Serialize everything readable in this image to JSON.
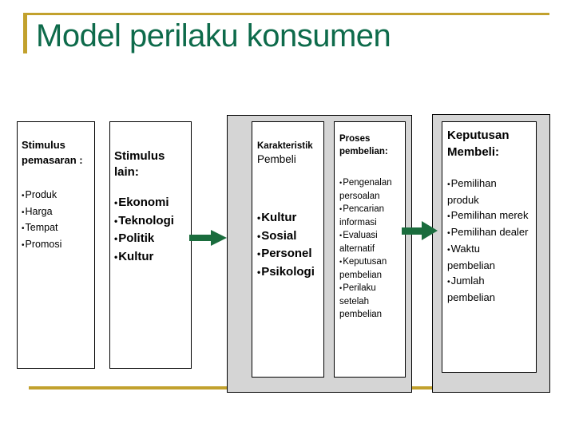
{
  "slide": {
    "title": "Model perilaku konsumen"
  },
  "colors": {
    "title_green": "#0E6B4B",
    "arrow_green": "#1A6C3D",
    "gold": "#C2A12D",
    "panel_gray": "#D5D5D5"
  },
  "boxes": {
    "stimulus_pemasaran": {
      "heading": "Stimulus pemasaran :",
      "items": [
        "Produk",
        "Harga",
        "Tempat",
        "Promosi"
      ]
    },
    "stimulus_lain": {
      "heading": "Stimulus lain:",
      "items": [
        "Ekonomi",
        "Teknologi",
        "Politik",
        "Kultur"
      ]
    },
    "karakteristik_pembeli": {
      "heading_line1": "Karakteristik",
      "heading_line2": "Pembeli",
      "items": [
        "Kultur",
        "Sosial",
        "Personel",
        "Psikologi"
      ]
    },
    "proses_pembelian": {
      "heading": "Proses pembelian:",
      "items": [
        "Pengenalan persoalan",
        "Pencarian informasi",
        "Evaluasi alternatif",
        "Keputusan pembelian",
        "Perilaku setelah pembelian"
      ]
    },
    "keputusan_membeli": {
      "heading": "Keputusan Membeli:",
      "items": [
        "Pemilihan produk",
        "Pemilihan merek",
        "Pemilihan dealer",
        "Waktu pembelian",
        "Jumlah pembelian"
      ]
    }
  },
  "icons": {
    "arrow_1": "right-arrow",
    "arrow_2": "right-arrow"
  }
}
